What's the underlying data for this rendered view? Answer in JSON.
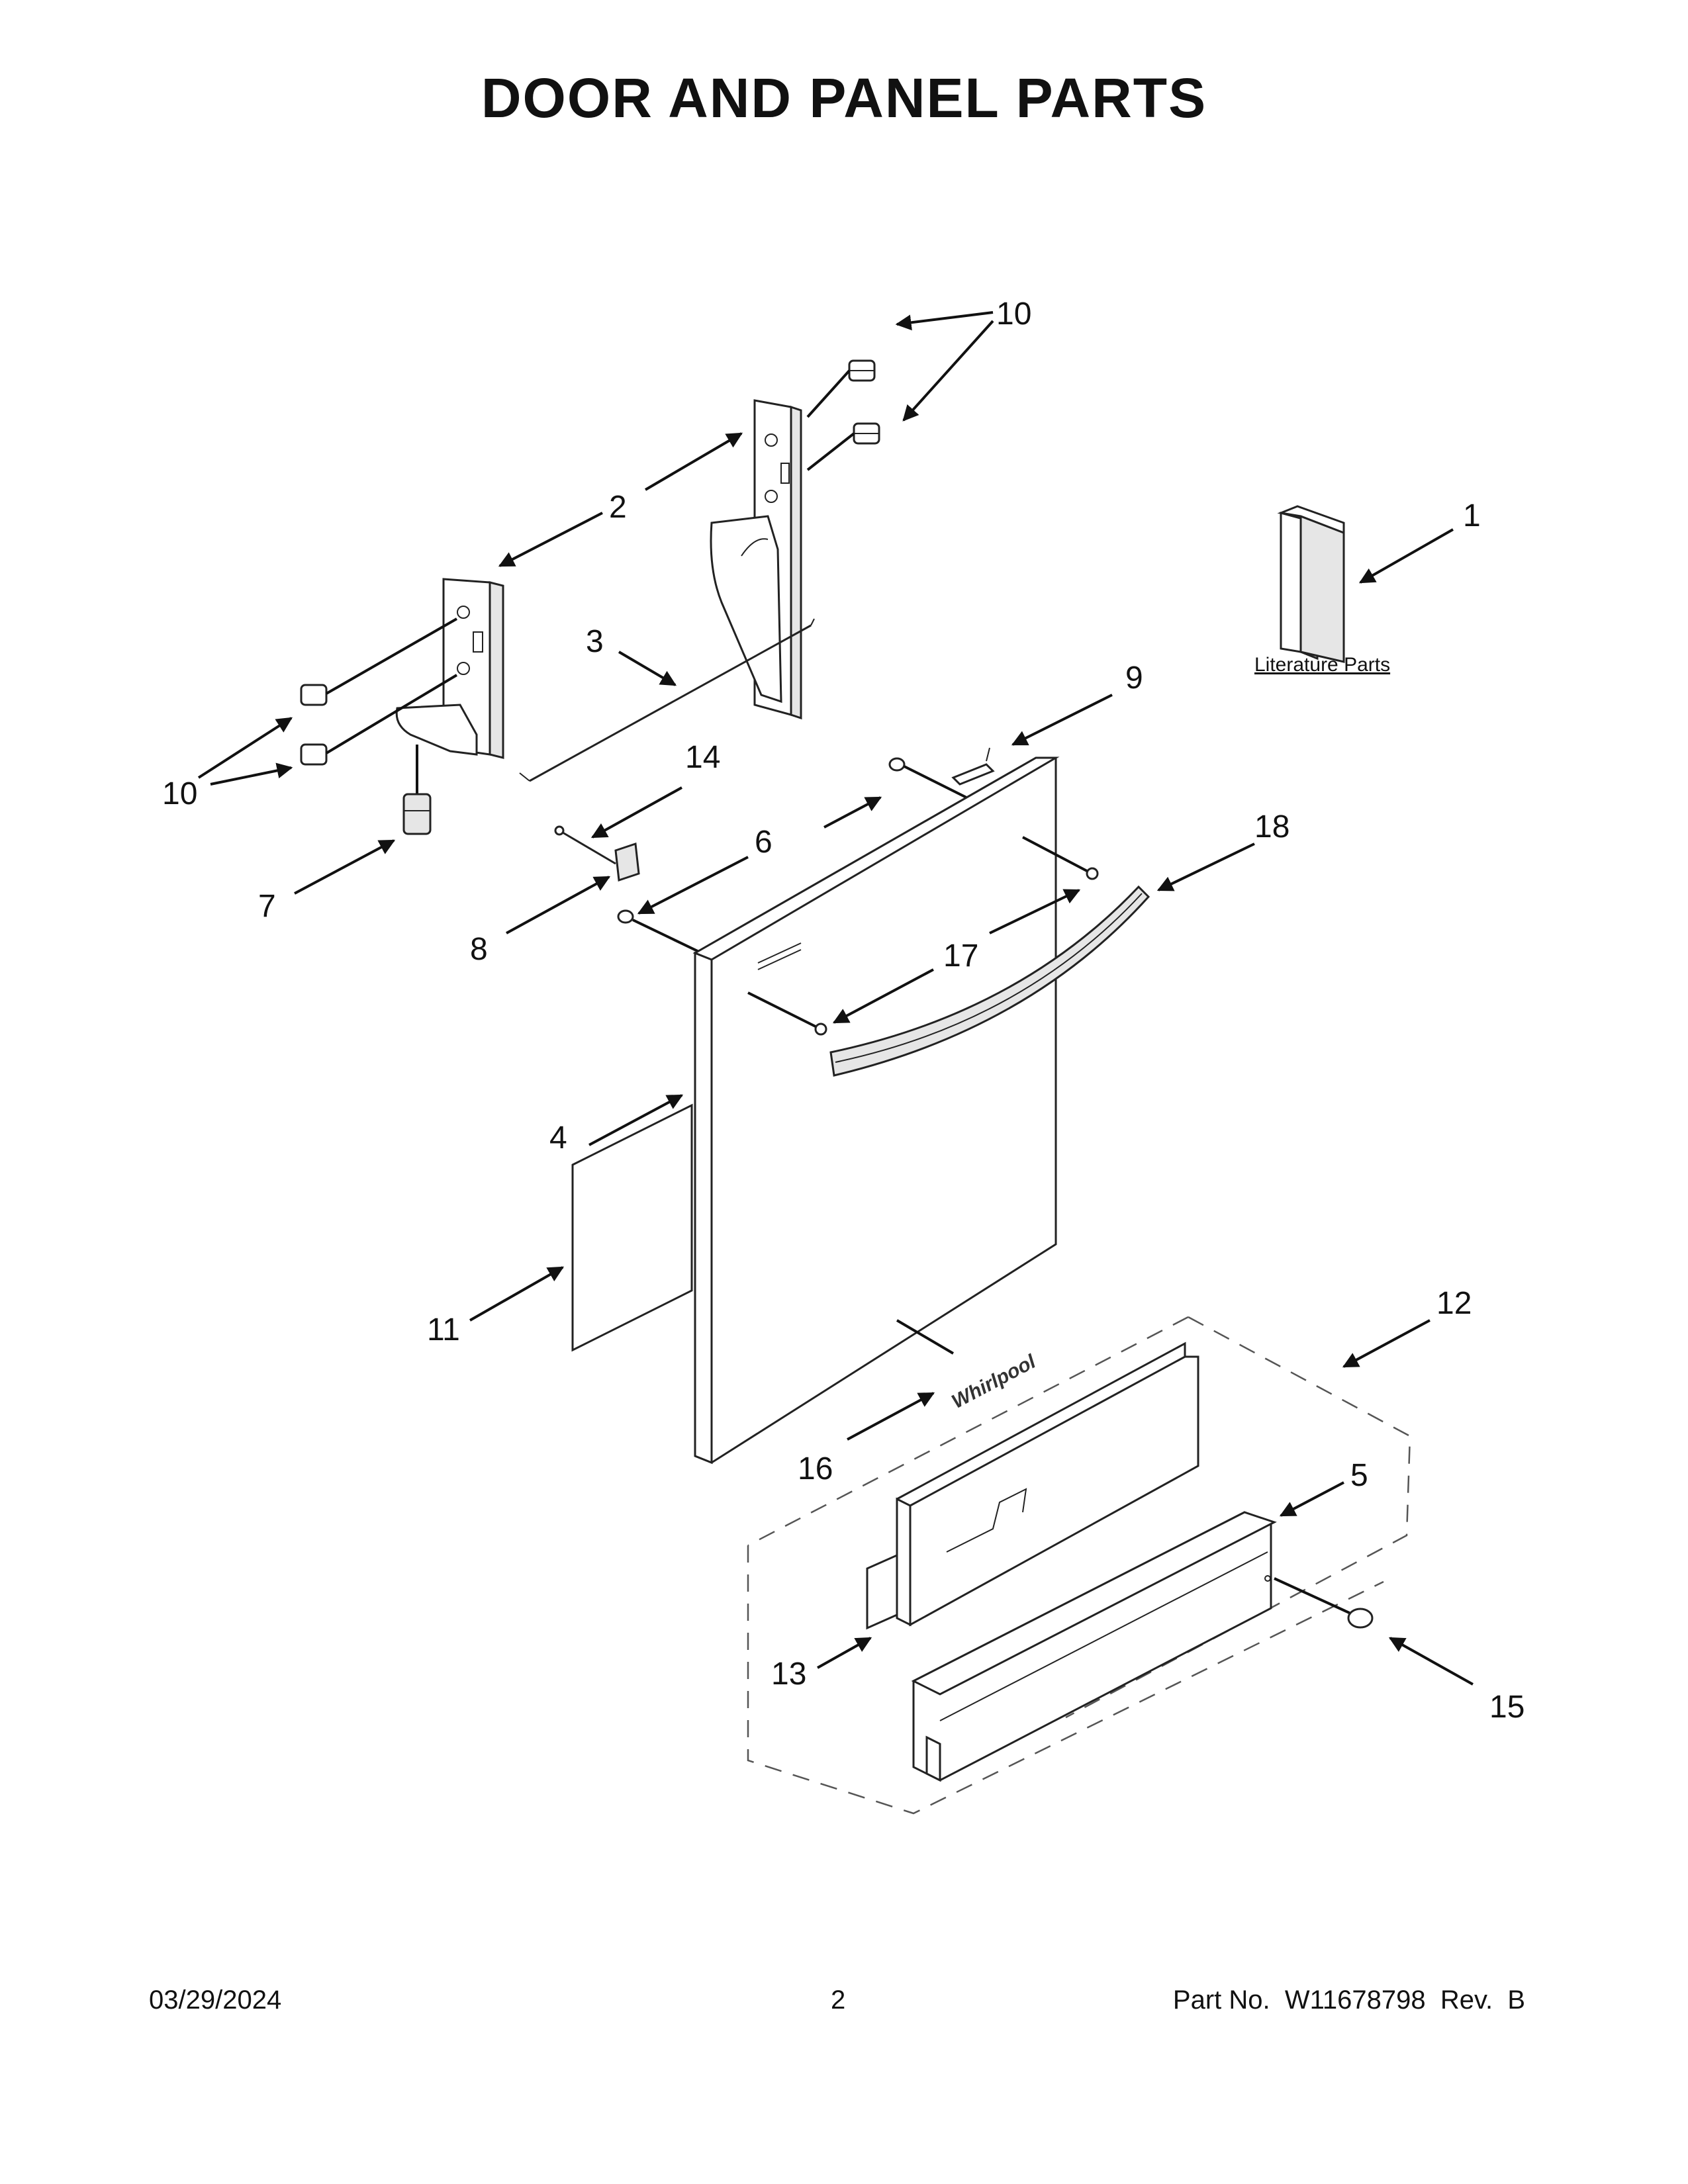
{
  "title": "DOOR AND PANEL PARTS",
  "literature_label": "Literature Parts",
  "logo_text": "Whirlpool",
  "callouts": {
    "c1": "1",
    "c2": "2",
    "c3": "3",
    "c4": "4",
    "c5": "5",
    "c6": "6",
    "c7": "7",
    "c8": "8",
    "c9": "9",
    "c10a": "10",
    "c10b": "10",
    "c11": "11",
    "c12": "12",
    "c13": "13",
    "c14": "14",
    "c15": "15",
    "c16": "16",
    "c17": "17",
    "c18": "18"
  },
  "footer": {
    "date": "03/29/2024",
    "page": "2",
    "part_no": "Part No.  W11678798  Rev.  B"
  }
}
